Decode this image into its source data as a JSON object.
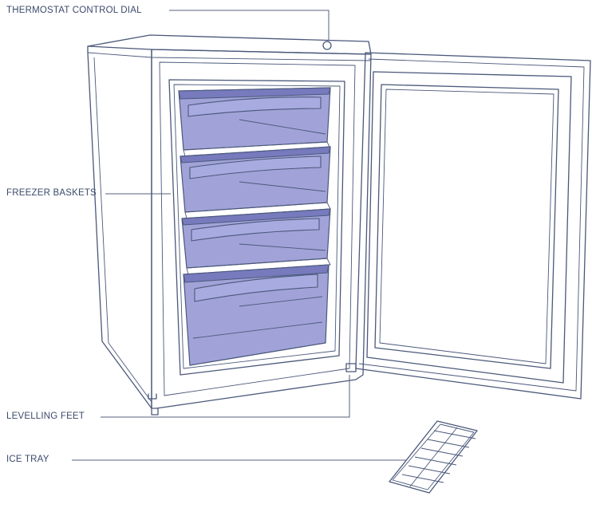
{
  "labels": {
    "thermostat": "THERMOSTAT CONTROL DIAL",
    "baskets": "FREEZER BASKETS",
    "feet": "LEVELLING FEET",
    "tray": "ICE TRAY"
  },
  "colors": {
    "line": "#4a587a",
    "basket_fill": "#8c8fd0",
    "label_text": "#3b4a6b"
  }
}
